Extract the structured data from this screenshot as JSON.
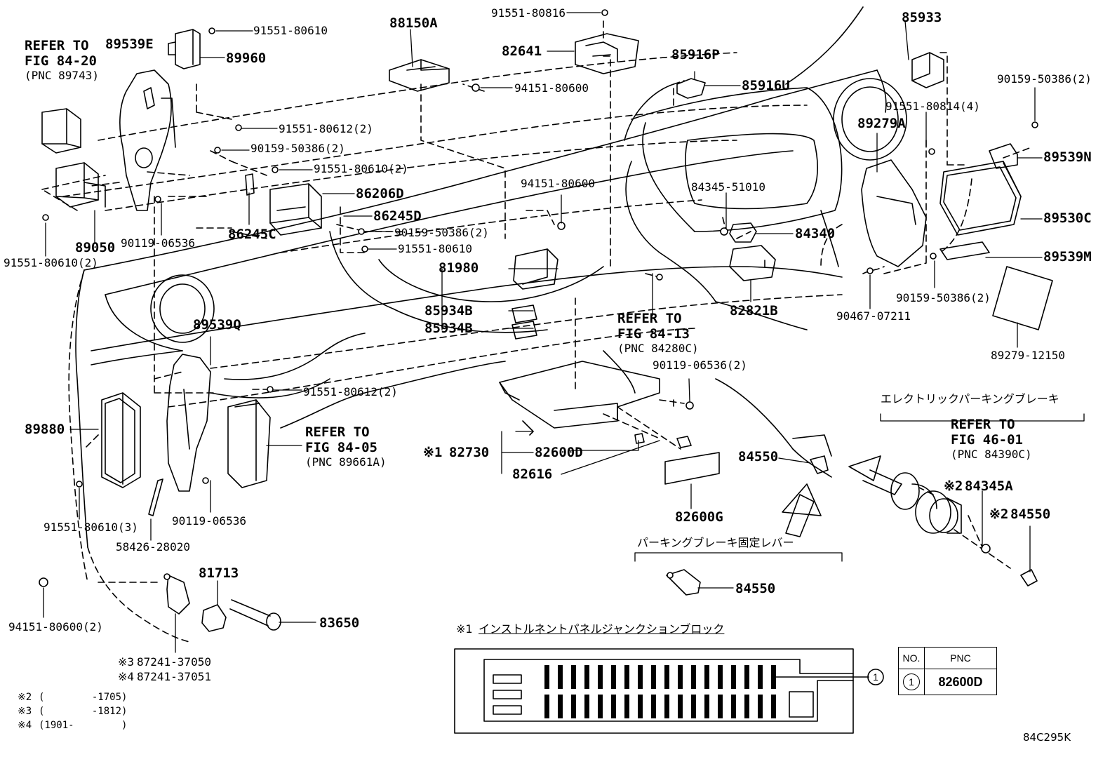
{
  "refer_notes": {
    "fig_84_20": {
      "line1": "REFER TO",
      "line2": "FIG 84-20",
      "line3": "(PNC 89743)"
    },
    "fig_84_13": {
      "line1": "REFER TO",
      "line2": "FIG 84-13",
      "line3": "(PNC 84280C)"
    },
    "fig_84_05": {
      "line1": "REFER TO",
      "line2": "FIG 84-05",
      "line3": "(PNC 89661A)"
    },
    "fig_46_01": {
      "line1": "REFER TO",
      "line2": "FIG 46-01",
      "line3": "(PNC 84390C)"
    }
  },
  "parts": {
    "p89539E": "89539E",
    "p91551_80610_a": "91551-80610",
    "p89960": "89960",
    "p91551_80612_2a": "91551-80612(2)",
    "p90159_50386_2a": "90159-50386(2)",
    "p91551_80610_2a": "91551-80610(2)",
    "p86206D": "86206D",
    "p86245D": "86245D",
    "p86245C": "86245C",
    "p90159_50386_2b": "90159-50386(2)",
    "p91551_80610_b": "91551-80610",
    "p89050": "89050",
    "p90119_06536_a": "90119-06536",
    "p91551_80610_2b": "91551-80610(2)",
    "p88150A": "88150A",
    "p91551_80816": "91551-80816",
    "p82641": "82641",
    "p94151_80600_a": "94151-80600",
    "p94151_80600_b": "94151-80600",
    "p81980": "81980",
    "p85934B_a": "85934B",
    "p85934B_b": "85934B",
    "p85916P": "85916P",
    "p85916U": "85916U",
    "p84345_51010": "84345-51010",
    "p84340": "84340",
    "p82821B": "82821B",
    "p85933": "85933",
    "p90159_50386_2c": "90159-50386(2)",
    "p91551_80814_4": "91551-80814(4)",
    "p89279A": "89279A",
    "p89539N": "89539N",
    "p89530C": "89530C",
    "p89539M": "89539M",
    "p90159_50386_2d": "90159-50386(2)",
    "p90467_07211": "90467-07211",
    "p89279_12150": "89279-12150",
    "p89539Q": "89539Q",
    "p91551_80612_2b": "91551-80612(2)",
    "p89880": "89880",
    "p91551_80610_3": "91551-80610(3)",
    "p58426_28020": "58426-28020",
    "p90119_06536_b": "90119-06536",
    "p90119_06536_2": "90119-06536(2)",
    "p82730": "82730",
    "p82600D": "82600D",
    "p82616": "82616",
    "p82600G": "82600G",
    "p84550_a": "84550",
    "p84550_b": "84550",
    "p84550_c": "84550",
    "p84345A": "84345A",
    "p94151_80600_2": "94151-80600(2)",
    "p81713": "81713",
    "p83650": "83650",
    "p87241_37050": "87241-37050",
    "p87241_37051": "87241-37051"
  },
  "marks": {
    "m1": "※1",
    "m2a": "※2",
    "m2b": "※2",
    "m3": "※3",
    "m4": "※4"
  },
  "jp_labels": {
    "electric_parking_brake": "エレクトリックパーキングブレーキ",
    "parking_brake_lever": "パーキングブレーキ固定レバー",
    "junction_block": "インストルネントパネルジャンクションブロック"
  },
  "legend_notes": [
    {
      "mark": "※2",
      "text": "(        -1705)"
    },
    {
      "mark": "※3",
      "text": "(        -1812)"
    },
    {
      "mark": "※4",
      "text": "(1901-        )"
    }
  ],
  "pnc_table": {
    "col_no": "NO.",
    "col_pnc": "PNC",
    "row_no": "1",
    "row_pnc": "82600D"
  },
  "callout_number": "1",
  "catalog_code": "84C295K"
}
